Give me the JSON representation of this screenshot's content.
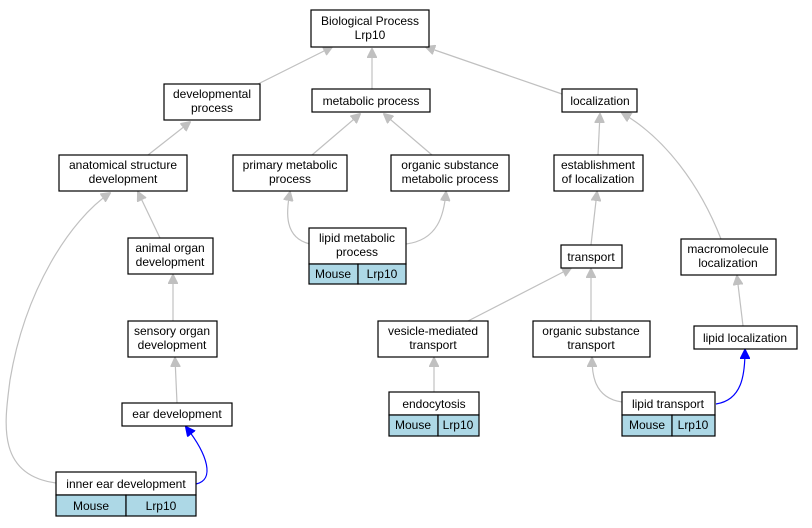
{
  "graph": {
    "nodes": {
      "bp": {
        "line1": "Biological Process",
        "line2": "Lrp10"
      },
      "dev": {
        "line1": "developmental",
        "line2": "process"
      },
      "meta": {
        "line1": "metabolic process"
      },
      "loc": {
        "line1": "localization"
      },
      "anat": {
        "line1": "anatomical structure",
        "line2": "development"
      },
      "prim": {
        "line1": "primary metabolic",
        "line2": "process"
      },
      "orgmeta": {
        "line1": "organic substance",
        "line2": "metabolic process"
      },
      "estab": {
        "line1": "establishment",
        "line2": "of localization"
      },
      "lipmeta": {
        "line1": "lipid metabolic",
        "line2": "process",
        "org": "Mouse",
        "gene": "Lrp10"
      },
      "animal": {
        "line1": "animal organ",
        "line2": "development"
      },
      "transport": {
        "line1": "transport"
      },
      "macro": {
        "line1": "macromolecule",
        "line2": "localization"
      },
      "sensory": {
        "line1": "sensory organ",
        "line2": "development"
      },
      "vesicle": {
        "line1": "vesicle-mediated",
        "line2": "transport"
      },
      "orgtrans": {
        "line1": "organic substance",
        "line2": "transport"
      },
      "lipidloc": {
        "line1": "lipid localization"
      },
      "ear": {
        "line1": "ear development"
      },
      "endo": {
        "line1": "endocytosis",
        "org": "Mouse",
        "gene": "Lrp10"
      },
      "liptrans": {
        "line1": "lipid transport",
        "org": "Mouse",
        "gene": "Lrp10"
      },
      "inner": {
        "line1": "inner ear development",
        "org": "Mouse",
        "gene": "Lrp10"
      }
    },
    "edge_colors": {
      "is_a": "#c0c0c0",
      "part_of": "#0000ff"
    },
    "annotation_cell_color": "#add8e6"
  }
}
